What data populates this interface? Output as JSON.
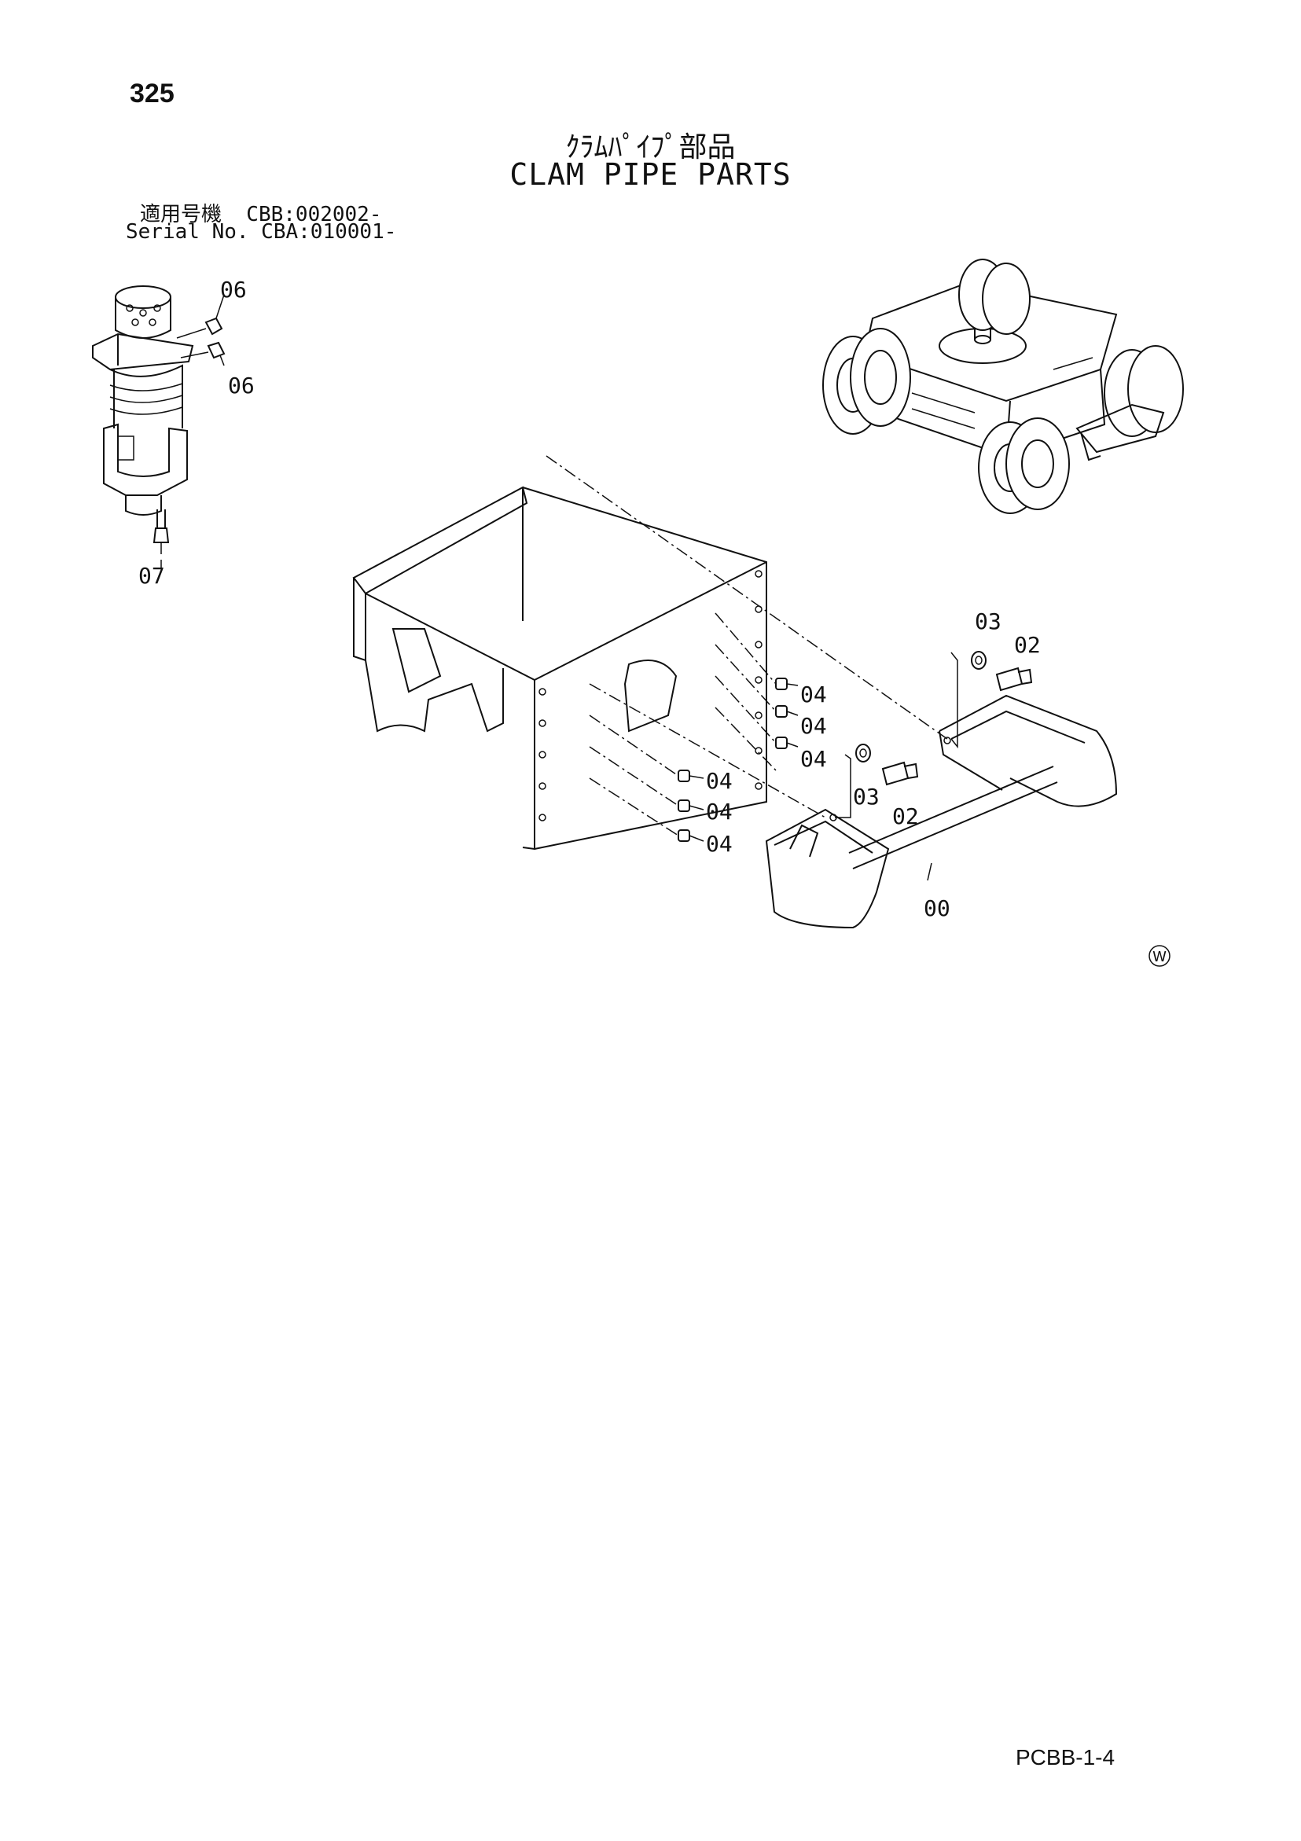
{
  "page": {
    "number": "325",
    "title_jp": "ｸﾗﾑﾊﾟｲﾌﾟ部品",
    "title_en": "CLAM PIPE PARTS",
    "serial_line_1": "適用号機  CBB:002002-",
    "serial_line_2": "Serial No. CBA:010001-",
    "footer_code": "PCBB-1-4",
    "watermark_symbol": "W"
  },
  "callouts": {
    "c06a": "06",
    "c06b": "06",
    "c07": "07",
    "c03a": "03",
    "c02a": "02",
    "c04a": "04",
    "c04b": "04",
    "c04c": "04",
    "c04d": "04",
    "c04e": "04",
    "c04f": "04",
    "c03b": "03",
    "c02b": "02",
    "c00": "00"
  }
}
